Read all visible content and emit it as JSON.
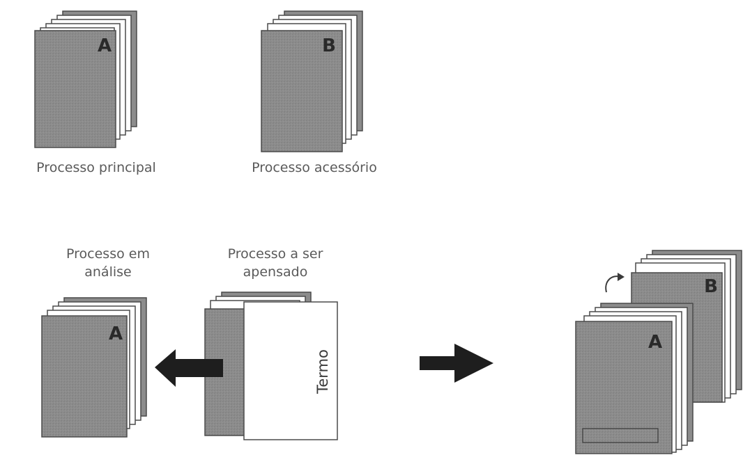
{
  "diagram": {
    "top": {
      "main_folder_letter": "A",
      "main_caption": "Processo principal",
      "accessory_folder_letter": "B",
      "accessory_caption": "Processo acessório"
    },
    "bottom": {
      "analysis_caption_line1": "Processo em",
      "analysis_caption_line2": "análise",
      "analysis_folder_letter": "A",
      "attach_caption_line1": "Processo a ser",
      "attach_caption_line2": "apensado",
      "term_label": "Termo",
      "result_back_letter": "B",
      "result_front_letter": "A"
    },
    "colors": {
      "folder_fill": "#8c8c8c",
      "folder_stroke": "#4a4a4a",
      "page_fill": "#ffffff",
      "arrow_fill": "#1e1e1e",
      "text": "#5a5a5a"
    }
  }
}
